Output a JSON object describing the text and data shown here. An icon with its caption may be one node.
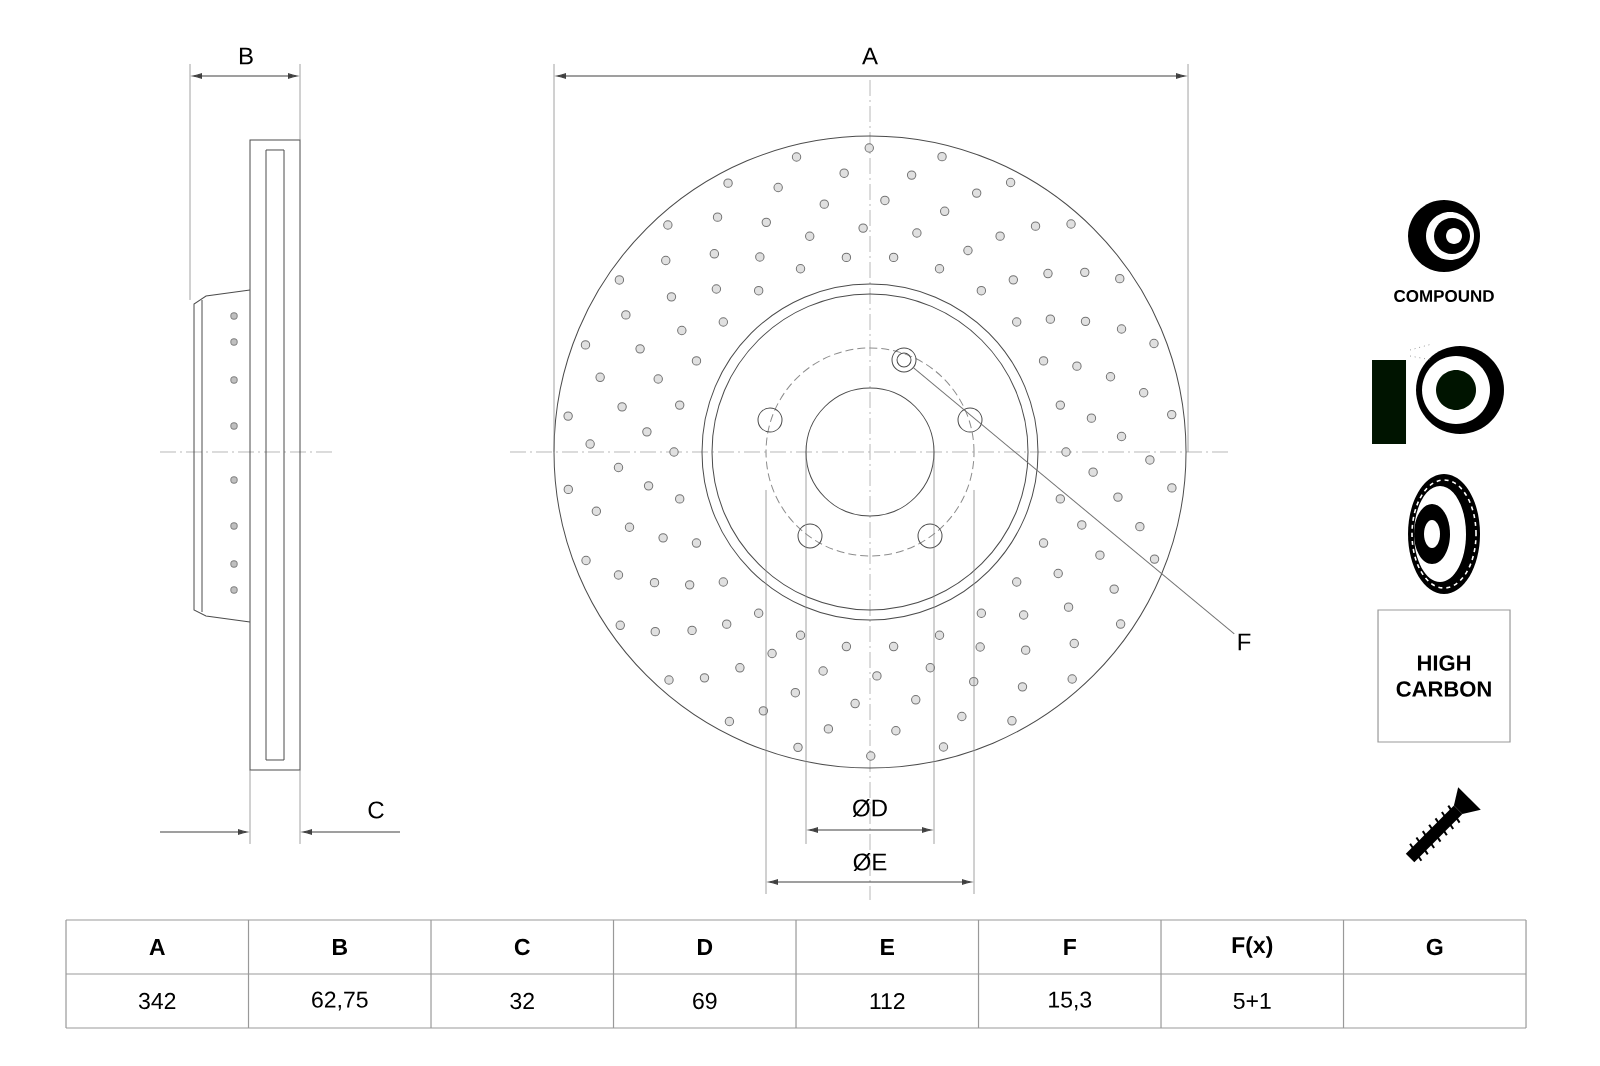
{
  "diagram": {
    "nodes": [
      {
        "text": [
          "F"
        ]
      },
      {
        "text": [],
        "shape": "circle"
      },
      {
        "text": [
          "HIGH CARBON"
        ]
      }
    ],
    "edges": [
      {
        "from": 0,
        "to": 1,
        "arrow": "none"
      }
    ],
    "labels": [
      "B",
      "A",
      "COMPOUND",
      "C",
      "ØD",
      "ØE",
      "A",
      "B",
      "C",
      "D",
      "E",
      "F",
      "F(x)",
      "G",
      "342",
      "62,75",
      "32",
      "69",
      "112",
      "15,3",
      "5+1"
    ]
  }
}
